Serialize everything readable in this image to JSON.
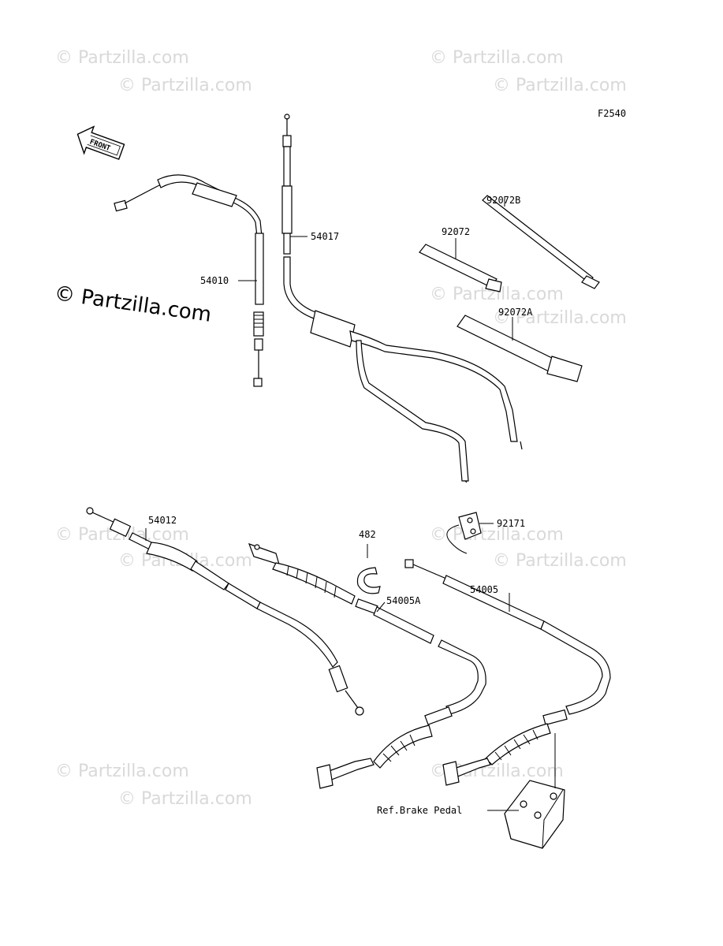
{
  "figure_code": "F2540",
  "front_label": "FRONT",
  "watermark": "© Partzilla.com",
  "watermark_main": "© Partzilla.com",
  "parts": {
    "p54010": "54010",
    "p54017": "54017",
    "p92072B": "92072B",
    "p92072": "92072",
    "p92072A": "92072A",
    "p54012": "54012",
    "p482": "482",
    "p92171": "92171",
    "p54005A": "54005A",
    "p54005": "54005",
    "ref_brake_pedal": "Ref.Brake Pedal"
  }
}
